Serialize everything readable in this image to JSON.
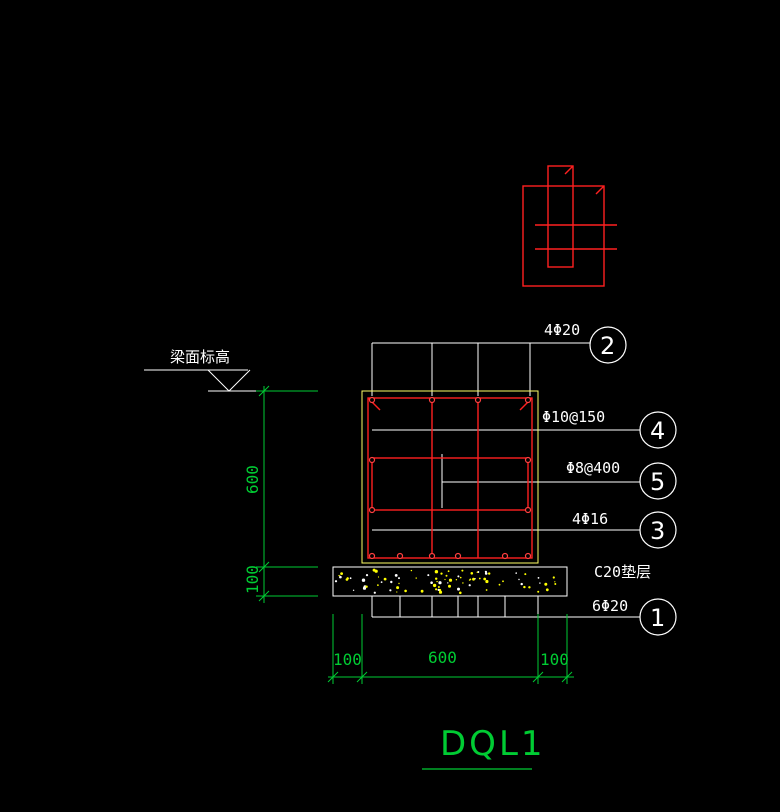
{
  "title": "DQL1",
  "elevation_label": "梁面标高",
  "labels": {
    "top_bars": "4Φ20",
    "stirrup": "Φ10@150",
    "tie_bar": "Φ8@400",
    "side_bars": "4Φ16",
    "cushion": "C20垫层",
    "bottom_bars": "6Φ20"
  },
  "callouts": [
    "2",
    "4",
    "5",
    "3",
    "1"
  ],
  "dimensions": {
    "height": "600",
    "cushion_thickness": "100",
    "width": "600",
    "left_offset": "100",
    "right_offset": "100"
  },
  "colors": {
    "background": "#000000",
    "rebar": "#ff2020",
    "outline": "#ffffff",
    "dimension": "#00cc33",
    "concrete_edge": "#ffff66",
    "aggregate": "#ffff00"
  }
}
